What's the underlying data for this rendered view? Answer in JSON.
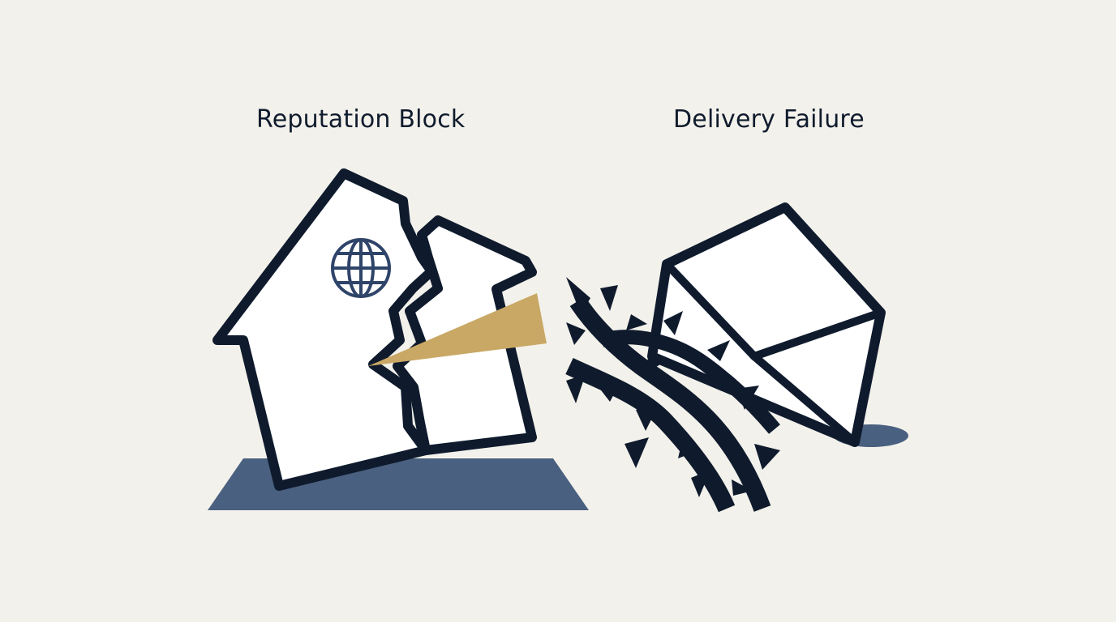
{
  "labels": {
    "left": "Reputation Block",
    "right": "Delivery Failure"
  },
  "icons": {
    "left": "broken-house-icon",
    "globe": "globe-icon",
    "wedge": "wedge-icon",
    "shadow_left": "ground-shadow",
    "envelope": "envelope-icon",
    "thorns": "thorn-barrier-icon",
    "shadow_right": "envelope-shadow"
  },
  "colors": {
    "background": "#f3f1eb",
    "ink": "#0f1b2d",
    "navy": "#4a6080",
    "globe": "#2f4469",
    "gold": "#c9a865",
    "white": "#ffffff"
  }
}
